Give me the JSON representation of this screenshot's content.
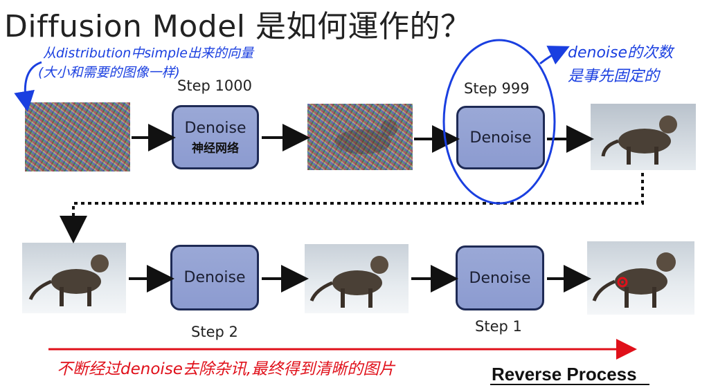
{
  "title": "Diffusion Model 是如何運作的？",
  "boxes": {
    "box1": "Denoise",
    "box2": "Denoise",
    "box3": "Denoise",
    "box4": "Denoise"
  },
  "steps": {
    "s1000": "Step 1000",
    "s999": "Step 999",
    "s2": "Step 2",
    "s1": "Step 1"
  },
  "annotations": {
    "top_left_line1": "从distribution中simple出来的向量",
    "top_left_line2": "(大小和需要的图像一样)",
    "top_right_line1": "denoise的次数",
    "top_right_line2": "是事先固定的",
    "box1_note": "神经网络",
    "bottom": "不断经过denoise去除杂讯,最终得到清晰的图片"
  },
  "footer": {
    "reverse": "Reverse Process"
  },
  "colors": {
    "annotation_blue": "#1a3fe0",
    "annotation_red": "#e0101a",
    "box_fill": "#8c9bd0",
    "box_border": "#1e2a55"
  }
}
